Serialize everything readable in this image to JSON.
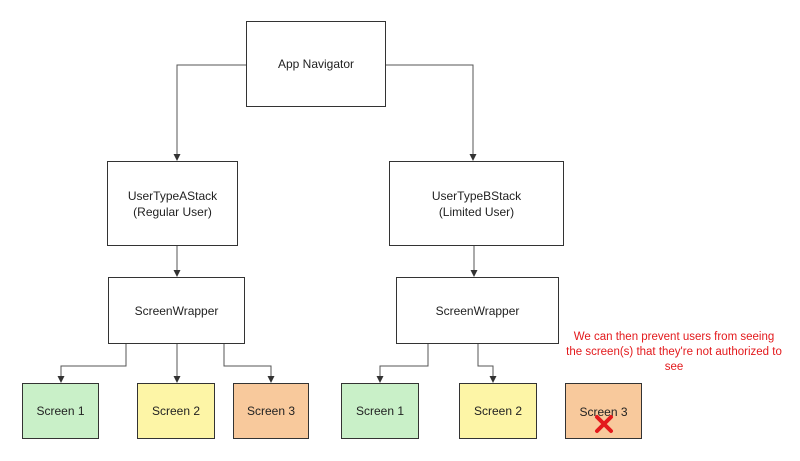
{
  "diagram": {
    "root": {
      "label": "App Navigator"
    },
    "stack_a": {
      "line1": "UserTypeAStack",
      "line2": "(Regular User)",
      "wrapper": "ScreenWrapper",
      "screens": [
        "Screen 1",
        "Screen 2",
        "Screen 3"
      ]
    },
    "stack_b": {
      "line1": "UserTypeBStack",
      "line2": "(Limited User)",
      "wrapper": "ScreenWrapper",
      "screens": [
        "Screen 1",
        "Screen 2",
        "Screen 3"
      ]
    },
    "note": "We can then prevent users from seeing the screen(s) that they're not authorized to see",
    "colors": {
      "screen_1": "#c9f0c8",
      "screen_2": "#fdf5a6",
      "screen_3": "#f8c99c",
      "note_text": "#e3191c",
      "denied_mark": "#e3191c",
      "border": "#333333"
    },
    "icons": {
      "denied": "red-x-icon"
    }
  }
}
